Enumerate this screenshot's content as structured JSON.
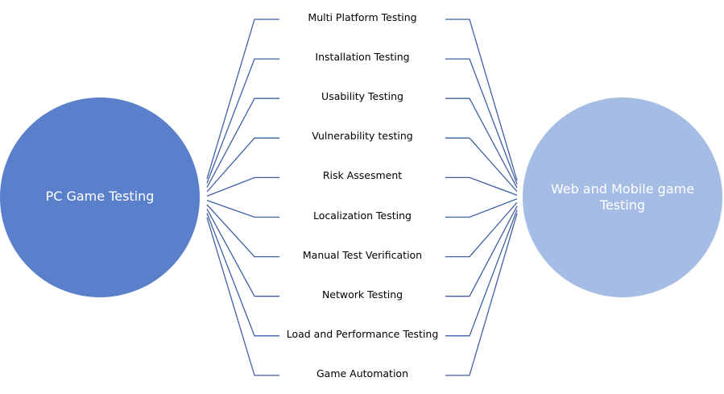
{
  "colors": {
    "pc_circle": "#5a80cc",
    "web_circle": "#a5bce4",
    "connector": "#3f5fa5",
    "node_text": "#ffffff",
    "item_text": "#000000"
  },
  "left_node": {
    "label": "PC Game Testing"
  },
  "right_node": {
    "label_line1": "Web and Mobile game",
    "label_line2": "Testing"
  },
  "items": [
    {
      "label": "Multi Platform Testing"
    },
    {
      "label": "Installation Testing"
    },
    {
      "label": "Usability Testing"
    },
    {
      "label": "Vulnerability testing"
    },
    {
      "label": "Risk Assesment"
    },
    {
      "label": "Localization Testing"
    },
    {
      "label": "Manual Test Verification"
    },
    {
      "label": "Network Testing"
    },
    {
      "label": "Load and Performance Testing"
    },
    {
      "label": "Game Automation"
    }
  ]
}
